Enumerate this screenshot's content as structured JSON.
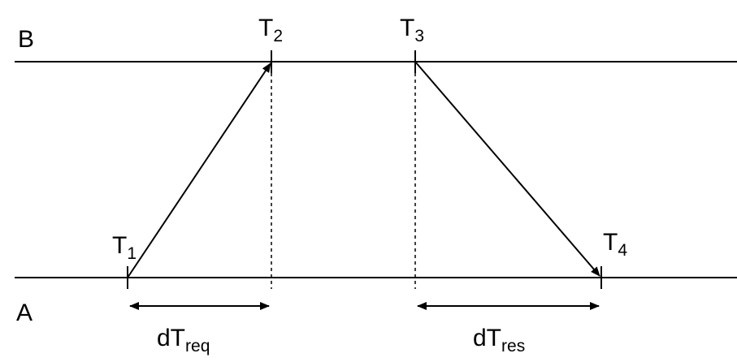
{
  "lines": {
    "top": "B",
    "bottom": "A"
  },
  "events": {
    "t1": {
      "base": "T",
      "sub": "1"
    },
    "t2": {
      "base": "T",
      "sub": "2"
    },
    "t3": {
      "base": "T",
      "sub": "3"
    },
    "t4": {
      "base": "T",
      "sub": "4"
    }
  },
  "intervals": {
    "request": {
      "base": "dT",
      "sub": "req"
    },
    "response": {
      "base": "dT",
      "sub": "res"
    }
  },
  "colors": {
    "ink": "#000000",
    "background": "#ffffff"
  }
}
